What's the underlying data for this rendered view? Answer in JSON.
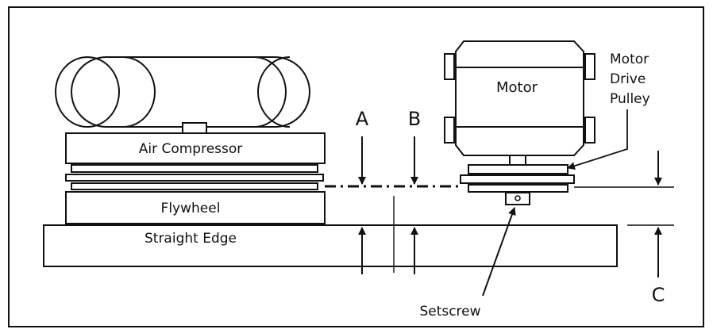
{
  "labels": {
    "motor": "Motor",
    "motor_drive_pulley_line1": "Motor",
    "motor_drive_pulley_line2": "Drive",
    "motor_drive_pulley_line3": "Pulley",
    "air_compressor": "Air Compressor",
    "flywheel": "Flywheel",
    "straight_edge": "Straight Edge",
    "setscrew": "Setscrew",
    "dim_a": "A",
    "dim_b": "B",
    "dim_c": "C"
  }
}
